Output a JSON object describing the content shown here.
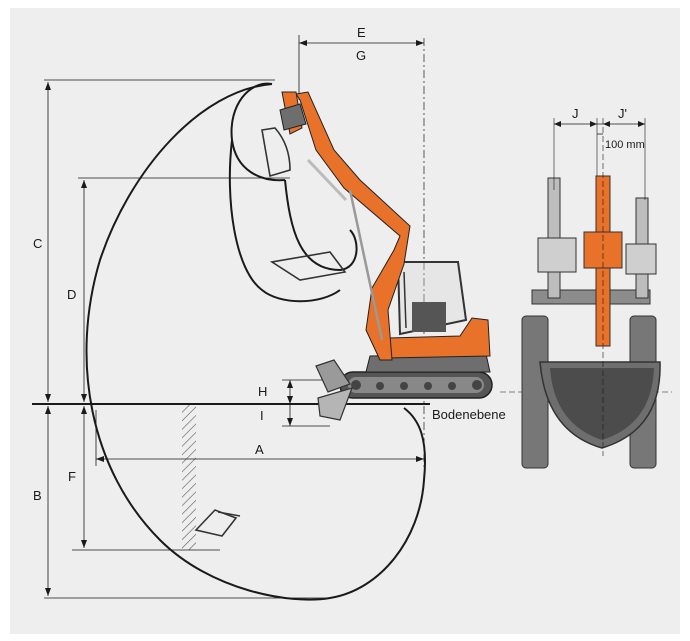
{
  "diagram": {
    "dimension_labels": {
      "A": "A",
      "B": "B",
      "C": "C",
      "D": "D",
      "E": "E",
      "G": "G",
      "F": "F",
      "H": "H",
      "I": "I",
      "J": "J",
      "J_prime": "J'"
    },
    "offset_label": "100 mm",
    "ground_label": "Bodenebene",
    "colors": {
      "background": "#eeeeee",
      "machine_orange": "#e8722a",
      "machine_grey": "#6e6e6e",
      "line": "#1a1a1a"
    }
  }
}
